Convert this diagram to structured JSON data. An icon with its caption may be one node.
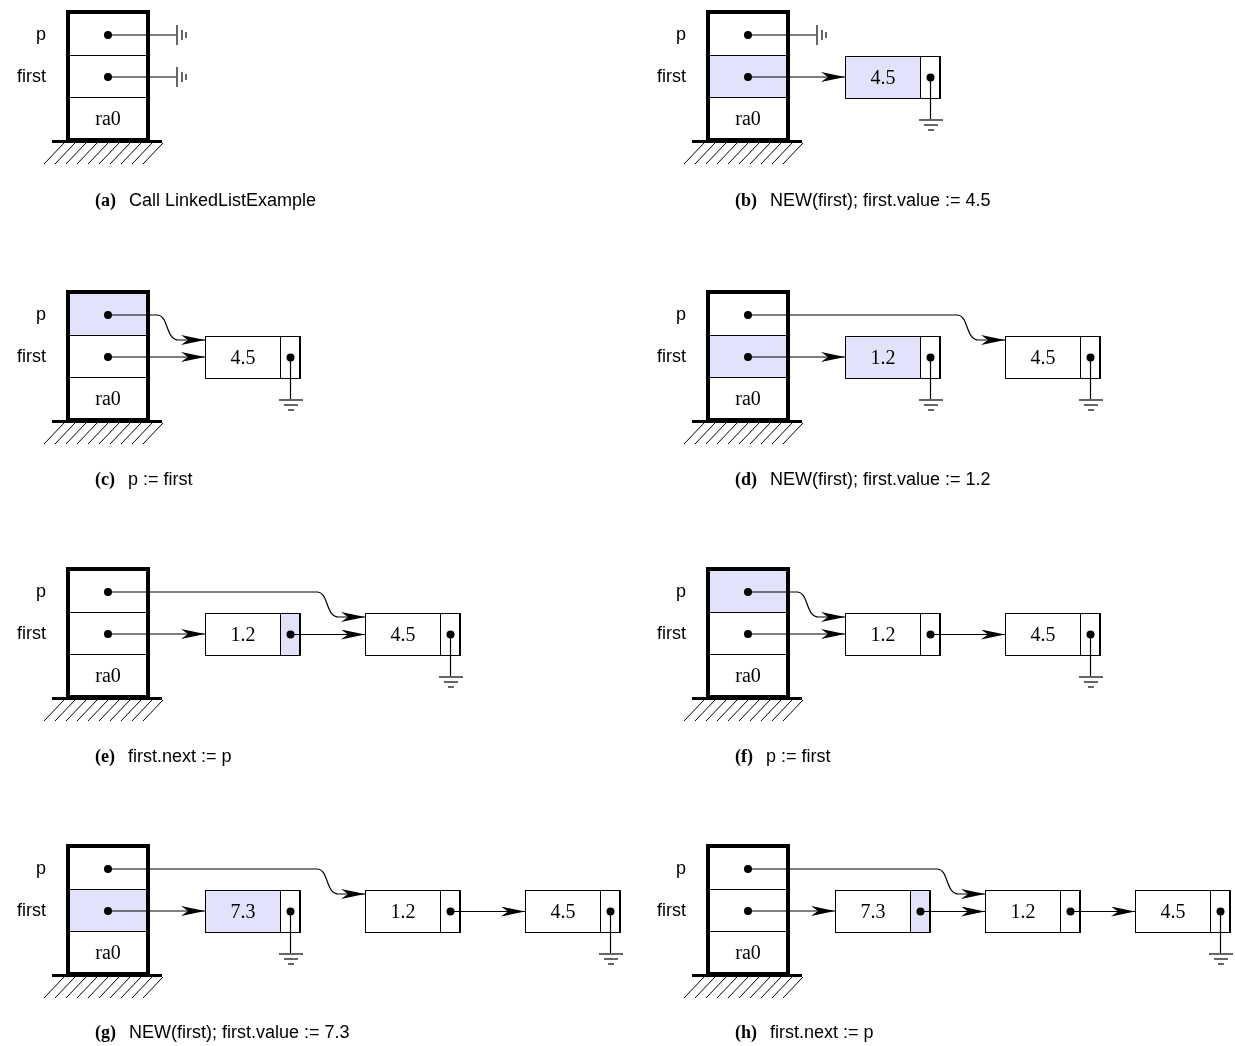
{
  "diagram": {
    "nodes": [
      {
        "text": [],
        "shape": "box"
      },
      {
        "text": [],
        "shape": "box",
        "in": 0,
        "beside": [
          "p"
        ]
      },
      {
        "text": [],
        "shape": "box",
        "in": 0,
        "beside": [
          "first"
        ]
      },
      {
        "text": [
          "ra0"
        ],
        "in": 0
      },
      {
        "text": [],
        "shape": "ground"
      },
      {
        "text": [],
        "shape": "ground"
      },
      {
        "text": [],
        "shape": "box"
      },
      {
        "text": [],
        "shape": "box",
        "in": 6,
        "beside": [
          "p"
        ]
      },
      {
        "text": [],
        "shape": "box",
        "in": 6,
        "beside": [
          "first"
        ]
      },
      {
        "text": [
          "ra0"
        ],
        "in": 6
      },
      {
        "text": [],
        "shape": "box"
      },
      {
        "text": [
          "4.5"
        ],
        "in": 10
      },
      {
        "text": [],
        "shape": "box",
        "in": 10
      },
      {
        "text": [],
        "shape": "ground"
      },
      {
        "text": [],
        "shape": "ground"
      },
      {
        "text": [],
        "shape": "box"
      },
      {
        "text": [],
        "shape": "box",
        "in": 15,
        "beside": [
          "p"
        ]
      },
      {
        "text": [],
        "shape": "box",
        "in": 15,
        "beside": [
          "first"
        ]
      },
      {
        "text": [
          "ra0"
        ],
        "in": 15
      },
      {
        "text": [],
        "shape": "box"
      },
      {
        "text": [
          "4.5"
        ],
        "in": 19
      },
      {
        "text": [],
        "shape": "box",
        "in": 19
      },
      {
        "text": [],
        "shape": "ground"
      },
      {
        "text": [],
        "shape": "box"
      },
      {
        "text": [],
        "shape": "box",
        "in": 23,
        "beside": [
          "p"
        ]
      },
      {
        "text": [],
        "shape": "box",
        "in": 23,
        "beside": [
          "first"
        ]
      },
      {
        "text": [
          "ra0"
        ],
        "in": 23
      },
      {
        "text": [],
        "shape": "box"
      },
      {
        "text": [
          "1.2"
        ],
        "in": 27
      },
      {
        "text": [],
        "shape": "box",
        "in": 27
      },
      {
        "text": [],
        "shape": "box"
      },
      {
        "text": [
          "4.5"
        ],
        "in": 30
      },
      {
        "text": [],
        "shape": "box",
        "in": 30
      },
      {
        "text": [],
        "shape": "ground"
      },
      {
        "text": [],
        "shape": "ground"
      },
      {
        "text": [],
        "shape": "box"
      },
      {
        "text": [],
        "shape": "box",
        "in": 35,
        "beside": [
          "p"
        ]
      },
      {
        "text": [],
        "shape": "box",
        "in": 35,
        "beside": [
          "first"
        ]
      },
      {
        "text": [
          "ra0"
        ],
        "in": 35
      },
      {
        "text": [],
        "shape": "box"
      },
      {
        "text": [
          "1.2"
        ],
        "in": 39
      },
      {
        "text": [],
        "shape": "box",
        "in": 39
      },
      {
        "text": [],
        "shape": "box"
      },
      {
        "text": [
          "4.5"
        ],
        "in": 42
      },
      {
        "text": [],
        "shape": "box",
        "in": 42
      },
      {
        "text": [],
        "shape": "ground"
      },
      {
        "text": [],
        "shape": "box"
      },
      {
        "text": [],
        "shape": "box",
        "in": 46,
        "beside": [
          "p"
        ]
      },
      {
        "text": [],
        "shape": "box",
        "in": 46,
        "beside": [
          "first"
        ]
      },
      {
        "text": [
          "ra0"
        ],
        "in": 46
      },
      {
        "text": [],
        "shape": "box"
      },
      {
        "text": [
          "1.2"
        ],
        "in": 50
      },
      {
        "text": [],
        "shape": "box",
        "in": 50
      },
      {
        "text": [],
        "shape": "box"
      },
      {
        "text": [
          "4.5"
        ],
        "in": 53
      },
      {
        "text": [],
        "shape": "box",
        "in": 53
      },
      {
        "text": [],
        "shape": "ground"
      },
      {
        "text": [],
        "shape": "box"
      },
      {
        "text": [],
        "shape": "box",
        "in": 57,
        "beside": [
          "p"
        ]
      },
      {
        "text": [],
        "shape": "box",
        "in": 57,
        "beside": [
          "first"
        ]
      },
      {
        "text": [
          "ra0"
        ],
        "in": 57
      },
      {
        "text": [],
        "shape": "box"
      },
      {
        "text": [
          "7.3"
        ],
        "in": 61
      },
      {
        "text": [],
        "shape": "box",
        "in": 61
      },
      {
        "text": [],
        "shape": "box"
      },
      {
        "text": [
          "1.2"
        ],
        "in": 64
      },
      {
        "text": [],
        "shape": "box",
        "in": 64
      },
      {
        "text": [],
        "shape": "box"
      },
      {
        "text": [
          "4.5"
        ],
        "in": 67
      },
      {
        "text": [],
        "shape": "box",
        "in": 67
      },
      {
        "text": [],
        "shape": "ground"
      },
      {
        "text": [],
        "shape": "ground"
      },
      {
        "text": [],
        "shape": "box"
      },
      {
        "text": [],
        "shape": "box",
        "in": 72,
        "beside": [
          "p"
        ]
      },
      {
        "text": [],
        "shape": "box",
        "in": 72,
        "beside": [
          "first"
        ]
      },
      {
        "text": [
          "ra0"
        ],
        "in": 72
      },
      {
        "text": [],
        "shape": "box"
      },
      {
        "text": [
          "7.3"
        ],
        "in": 76
      },
      {
        "text": [],
        "shape": "box",
        "in": 76
      },
      {
        "text": [],
        "shape": "box"
      },
      {
        "text": [
          "1.2"
        ],
        "in": 79
      },
      {
        "text": [],
        "shape": "box",
        "in": 79
      },
      {
        "text": [],
        "shape": "box"
      },
      {
        "text": [
          "4.5"
        ],
        "in": 82
      },
      {
        "text": [],
        "shape": "box",
        "in": 82
      },
      {
        "text": [],
        "shape": "ground"
      }
    ],
    "edges": [
      {
        "from": 1,
        "to": 4,
        "arrow": "other"
      },
      {
        "from": 2,
        "to": 5,
        "arrow": "other"
      },
      {
        "from": 7,
        "to": 13,
        "arrow": "other"
      },
      {
        "from": 8,
        "to": 10,
        "arrow": "to"
      },
      {
        "from": 12,
        "to": 14,
        "arrow": "other"
      },
      {
        "from": 16,
        "to": 19,
        "arrow": "to"
      },
      {
        "from": 17,
        "to": 19,
        "arrow": "to"
      },
      {
        "from": 21,
        "to": 22,
        "arrow": "other"
      },
      {
        "from": 24,
        "to": 30,
        "arrow": "to"
      },
      {
        "from": 25,
        "to": 27,
        "arrow": "to"
      },
      {
        "from": 29,
        "to": 33,
        "arrow": "other"
      },
      {
        "from": 32,
        "to": 34,
        "arrow": "other"
      },
      {
        "from": 36,
        "to": 42,
        "arrow": "to"
      },
      {
        "from": 37,
        "to": 39,
        "arrow": "to"
      },
      {
        "from": 41,
        "to": 42,
        "arrow": "to"
      },
      {
        "from": 44,
        "to": 45,
        "arrow": "other"
      },
      {
        "from": 47,
        "to": 50,
        "arrow": "to"
      },
      {
        "from": 48,
        "to": 50,
        "arrow": "to"
      },
      {
        "from": 52,
        "to": 53,
        "arrow": "to"
      },
      {
        "from": 55,
        "to": 56,
        "arrow": "other"
      },
      {
        "from": 58,
        "to": 64,
        "arrow": "to"
      },
      {
        "from": 59,
        "to": 61,
        "arrow": "to"
      },
      {
        "from": 63,
        "to": 70,
        "arrow": "other"
      },
      {
        "from": 66,
        "to": 67,
        "arrow": "to"
      },
      {
        "from": 69,
        "to": 71,
        "arrow": "other"
      },
      {
        "from": 73,
        "to": 79,
        "arrow": "to"
      },
      {
        "from": 74,
        "to": 76,
        "arrow": "to"
      },
      {
        "from": 78,
        "to": 79,
        "arrow": "to"
      },
      {
        "from": 81,
        "to": 82,
        "arrow": "to"
      },
      {
        "from": 84,
        "to": 85,
        "arrow": "other"
      }
    ],
    "labels": [
      "**(a)** Call LinkedListExample",
      "**(b)** NEW(first); first.value := 4.5",
      "**(c)** p := first",
      "**(d)** NEW(first); first.value := 1.2",
      "**(e)** first.next := p",
      "**(f)** p := first",
      "**(g)** NEW(first); first.value := 7.3",
      "**(h)** first.next := p"
    ]
  }
}
